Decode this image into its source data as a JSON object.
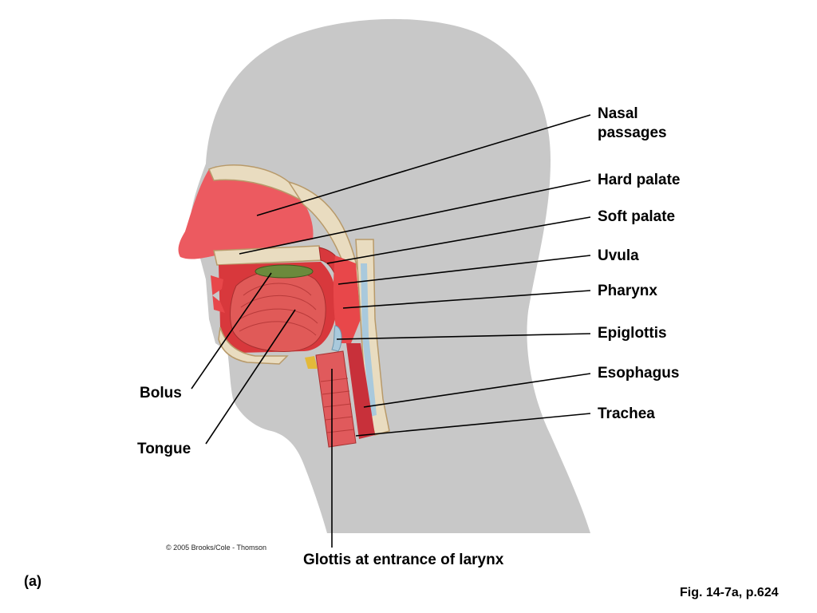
{
  "labels": {
    "nasal_passages": [
      "Nasal",
      "passages"
    ],
    "hard_palate": "Hard palate",
    "soft_palate": "Soft palate",
    "uvula": "Uvula",
    "pharynx": "Pharynx",
    "epiglottis": "Epiglottis",
    "esophagus": "Esophagus",
    "trachea": "Trachea",
    "bolus": "Bolus",
    "tongue": "Tongue",
    "glottis": "Glottis at entrance of larynx"
  },
  "copyright": "© 2005 Brooks/Cole - Thomson",
  "panel_label": "(a)",
  "figure_ref": "Fig. 14-7a, p.624",
  "colors": {
    "head_silhouette": "#c8c8c8",
    "tissue_red": "#e8474a",
    "nasal_pink": "#ef5f66",
    "bone": "#e9dcc0",
    "bolus_green": "#6b8a3c",
    "cartilage_blue": "#a9c9dc"
  }
}
